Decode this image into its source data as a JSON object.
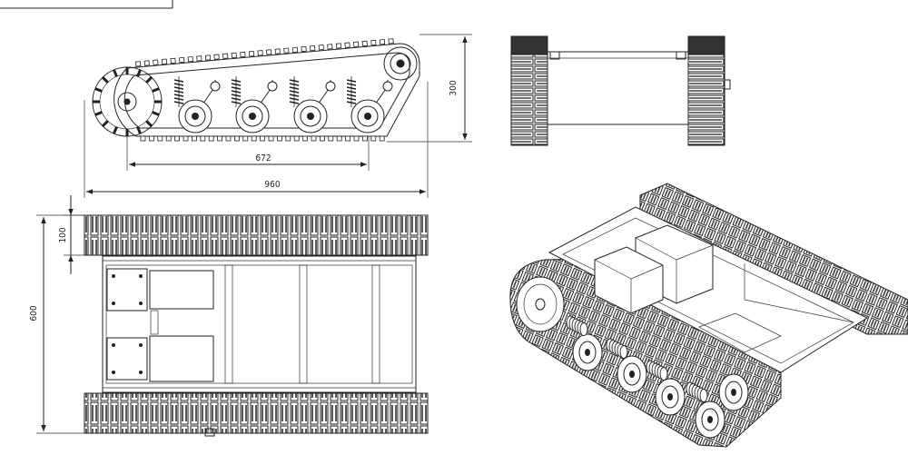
{
  "dimensions": {
    "height": "300",
    "wheelbase": "672",
    "length": "960",
    "track_width": "100",
    "width": "600"
  }
}
